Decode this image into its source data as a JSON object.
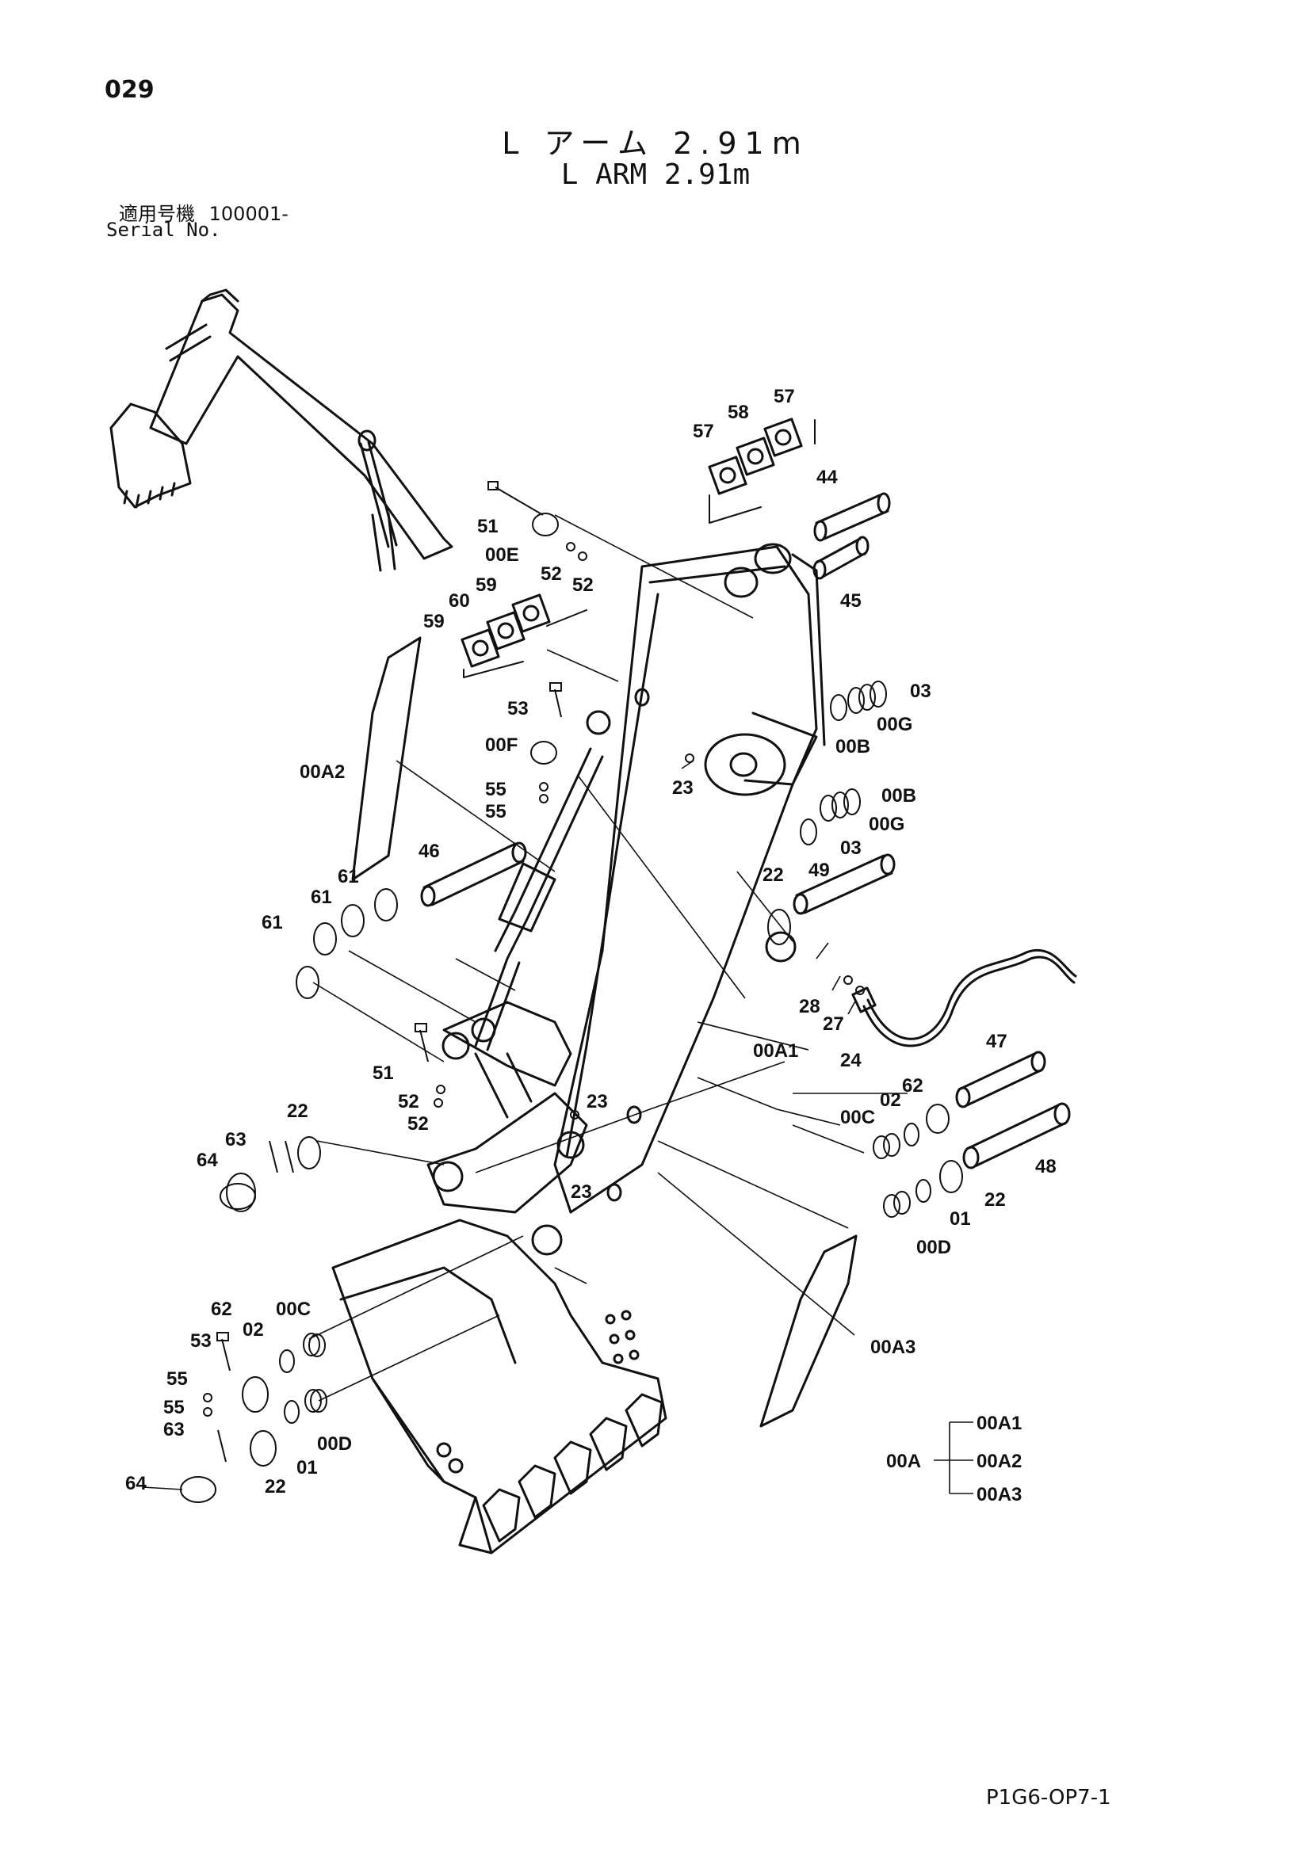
{
  "header": {
    "page_number": "029",
    "title_jp": "L アーム 2.91m",
    "title_en": "L ARM 2.91m",
    "serial_label_jp": "適用号機",
    "serial_value": "100001-",
    "serial_label_en": "Serial No."
  },
  "footer": {
    "drawing_code": "P1G6-OP7-1"
  },
  "callouts": {
    "c57a": "57",
    "c58": "58",
    "c57b": "57",
    "c44": "44",
    "c45": "45",
    "c51a": "51",
    "c00E": "00E",
    "c52a": "52",
    "c52b": "52",
    "c60": "60",
    "c59a": "59",
    "c59b": "59",
    "c03a": "03",
    "c00Ga": "00G",
    "c00Ba": "00B",
    "c53a": "53",
    "c00F": "00F",
    "c23a": "23",
    "c00A2": "00A2",
    "c55a": "55",
    "c55b": "55",
    "c00Bb": "00B",
    "c00Gb": "00G",
    "c03b": "03",
    "c46": "46",
    "c49": "49",
    "c22a": "22",
    "c61a": "61",
    "c61b": "61",
    "c61c": "61",
    "c28": "28",
    "c27": "27",
    "c24": "24",
    "c00A1": "00A1",
    "c51b": "51",
    "c52c": "52",
    "c52d": "52",
    "c23b": "23",
    "c47": "47",
    "c62a": "62",
    "c02a": "02",
    "c00Ca": "00C",
    "c22b": "22",
    "c63a": "63",
    "c64a": "64",
    "c23c": "23",
    "c48": "48",
    "c22c": "22",
    "c01a": "01",
    "c00Da": "00D",
    "c00A3": "00A3",
    "c00Cb": "00C",
    "c02b": "02",
    "c62b": "62",
    "c53b": "53",
    "c55c": "55",
    "c55d": "55",
    "c63b": "63",
    "c00Db": "00D",
    "c01b": "01",
    "c64b": "64",
    "c22d": "22"
  },
  "legend": {
    "parent": "00A",
    "children": [
      "00A1",
      "00A2",
      "00A3"
    ]
  }
}
